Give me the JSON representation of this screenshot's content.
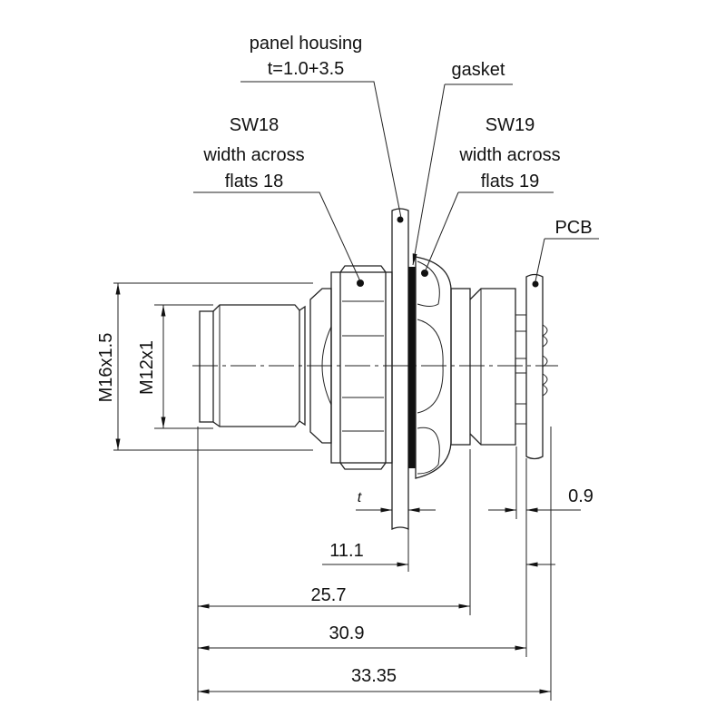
{
  "labels": {
    "panel_housing": "panel housing",
    "panel_thickness": "t=1.0+3.5",
    "gasket": "gasket",
    "sw18": "SW18",
    "sw18_line2": "width across",
    "sw18_line3": "flats 18",
    "sw19": "SW19",
    "sw19_line2": "width across",
    "sw19_line3": "flats 19",
    "pcb": "PCB"
  },
  "dimensions": {
    "m16": "M16x1.5",
    "m12": "M12x1",
    "t": "t",
    "pcb_thickness": "0.9",
    "d1": "11.1",
    "d2": "25.7",
    "d3": "30.9",
    "d4": "33.35"
  }
}
